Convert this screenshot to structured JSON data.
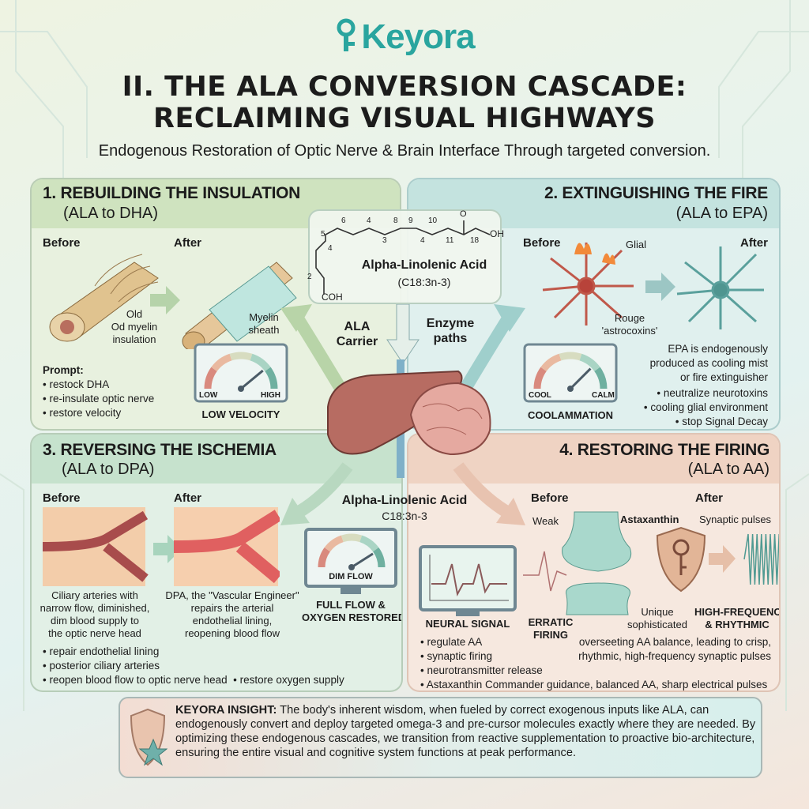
{
  "header": {
    "logo": "Keyora",
    "title_line1": "II. THE ALA CONVERSION CASCADE:",
    "title_line2": "RECLAIMING VISUAL HIGHWAYS",
    "subtitle": "Endogenous Restoration of Optic Nerve & Brain Interface Through targeted conversion."
  },
  "center": {
    "molecule_name": "Alpha-Linolenic Acid",
    "molecule_formula": "(C18:3n-3)",
    "atom_labels": [
      "6",
      "4",
      "8",
      "9",
      "10",
      "5",
      "3",
      "4",
      "11",
      "18",
      "4",
      "2"
    ],
    "oh": "OH",
    "o": "O",
    "coh": "COH",
    "ala_carrier": "ALA Carrier",
    "enzyme_paths": "Enzyme paths",
    "lower_name": "Alpha-Linolenic Acid",
    "lower_formula": "C18:3n-3"
  },
  "panel1": {
    "title": "1. REBUILDING THE INSULATION",
    "subtitle": "(ALA to DHA)",
    "before": "Before",
    "after": "After",
    "old_label": [
      "Old",
      "Od myelin",
      "insulation"
    ],
    "sheath_label": [
      "Myelin",
      "sheath"
    ],
    "gauge": {
      "low": "LOW",
      "high": "HIGH",
      "caption": "LOW VELOCITY",
      "level": 0.78
    },
    "prompt_title": "Prompt:",
    "bullets": [
      "restock DHA",
      "re-insulate optic nerve",
      "restore velocity"
    ]
  },
  "panel2": {
    "title": "2. EXTINGUISHING THE FIRE",
    "subtitle": "(ALA to EPA)",
    "before": "Before",
    "after": "After",
    "glial": "Glial",
    "rouge": [
      "Rouge",
      "'astrocoxins'"
    ],
    "gauge": {
      "low": "COOL",
      "high": "CALM",
      "caption": "COOLAMMATION",
      "level": 0.75
    },
    "description": [
      "EPA is endogenously",
      "produced as cooling mist",
      "or fire extinguisher"
    ],
    "bullets": [
      "neutralize neurotoxins",
      "cooling glial environment",
      "stop Signal Decay"
    ]
  },
  "panel3": {
    "title": "3. REVERSING THE ISCHEMIA",
    "subtitle": "(ALA to DPA)",
    "before": "Before",
    "after": "After",
    "before_caption": [
      "Ciliary arteries with",
      "narrow flow, diminished,",
      "dim blood supply to",
      "the optic nerve head"
    ],
    "after_caption": [
      "DPA, the \"Vascular Engineer\"",
      "repairs the arterial",
      "endothelial lining,",
      "reopening blood flow"
    ],
    "gauge": {
      "label": "DIM FLOW",
      "caption": [
        "FULL FLOW &",
        "OXYGEN RESTORED"
      ],
      "level": 0.82
    },
    "bullets": [
      "repair endothelial lining",
      "posterior ciliary arteries",
      "reopen blood flow to optic nerve head"
    ],
    "bullet_extra": "restore oxygen supply"
  },
  "panel4": {
    "title": "4. RESTORING THE FIRING",
    "subtitle": "(ALA to AA)",
    "before": "Before",
    "after": "After",
    "weak": "Weak",
    "astaxanthin": "Astaxanthin",
    "synaptic_pulses": "Synaptic pulses",
    "neural_signal": "NEURAL SIGNAL",
    "erratic": [
      "ERRATIC",
      "FIRING"
    ],
    "unique": [
      "Unique",
      "sophisticated"
    ],
    "high_freq": [
      "HIGH-FREQUENCY",
      "& RHYTHMIC"
    ],
    "overseeing": [
      "overseeting AA balance, leading to crisp,",
      "rhythmic, high-frequency synaptic pulses"
    ],
    "bullets": [
      "regulate AA",
      "synaptic firing",
      "neurotransmitter release",
      "Astaxanthin Commander guidance, balanced AA, sharp electrical pulses"
    ]
  },
  "insight": {
    "label": "KEYORA INSIGHT:",
    "text": " The body's inherent wisdom, when fueled by correct exogenous inputs like ALA, can endogenously convert and deploy targeted omega-3 and pre-cursor molecules exactly where they are needed. By optimizing these endogenous cascades, we transition from reactive supplementation to proactive bio-architecture, ensuring the entire visual and cognitive system functions at peak performance."
  },
  "colors": {
    "brand_teal": "#2aa59f",
    "panel1": "#cfe3bf",
    "panel2": "#c4e3df",
    "panel3": "#c6e2cd",
    "panel4": "#efd3c3"
  }
}
